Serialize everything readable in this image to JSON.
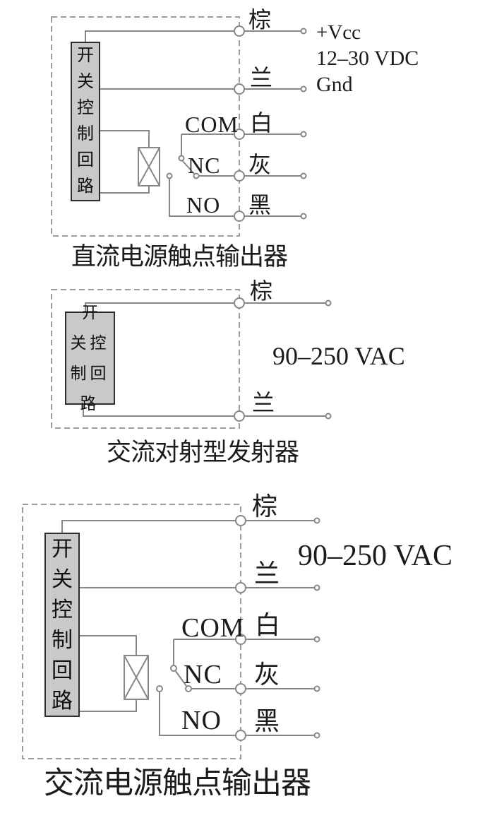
{
  "colors": {
    "wire": "#878787",
    "dashed_border": "#9c9c9c",
    "control_box_fill": "#c9c9c9",
    "control_box_border": "#2e2e2e",
    "text": "#1b1b1b"
  },
  "diagrams": [
    {
      "caption": "直流电源触点输出器",
      "control_box_label": "开关控制回路",
      "wires": {
        "brown": "棕",
        "blue": "兰",
        "white": "白",
        "gray": "灰",
        "black": "黑"
      },
      "contacts": {
        "com": "COM",
        "nc": "NC",
        "no": "NO"
      },
      "power": {
        "vcc": "+Vcc",
        "range": "12–30 VDC",
        "gnd": "Gnd"
      }
    },
    {
      "caption": "交流对射型发射器",
      "control_box_label": "开关控制回路",
      "wires": {
        "brown": "棕",
        "blue": "兰"
      },
      "voltage": "90–250 VAC"
    },
    {
      "caption": "交流电源触点输出器",
      "control_box_label": "开关控制回路",
      "wires": {
        "brown": "棕",
        "blue": "兰",
        "white": "白",
        "gray": "灰",
        "black": "黑"
      },
      "contacts": {
        "com": "COM",
        "nc": "NC",
        "no": "NO"
      },
      "voltage": "90–250 VAC"
    }
  ]
}
